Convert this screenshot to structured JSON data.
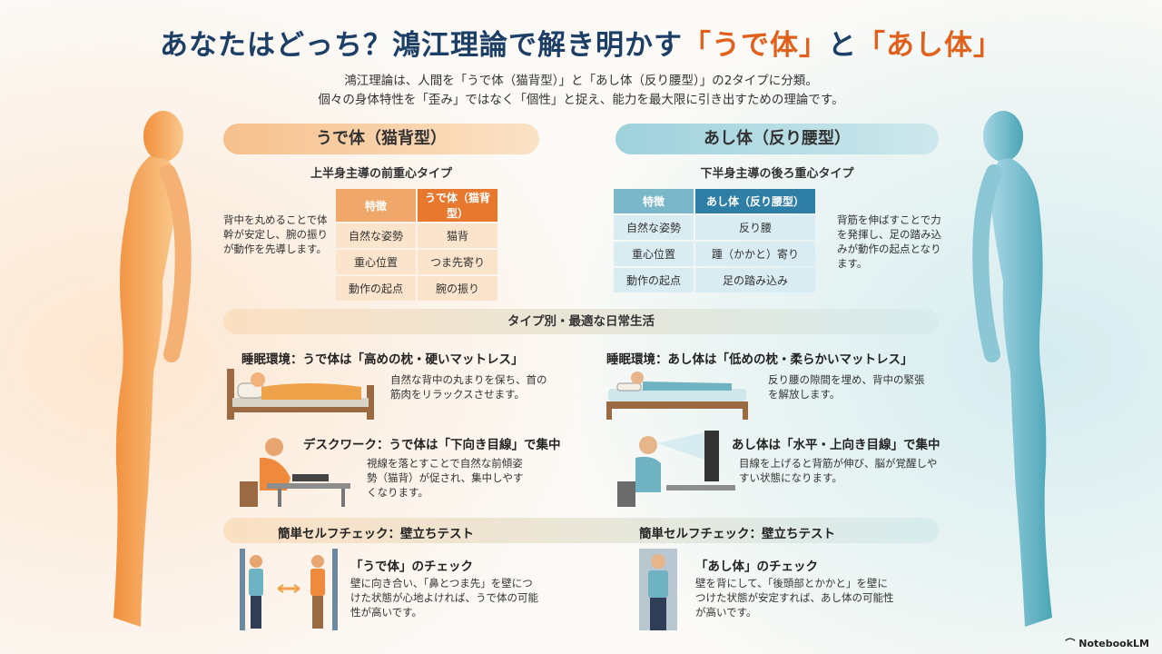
{
  "title": {
    "part1": "あなたはどっち？鴻江理論で解き明かす",
    "part2": "「うで体」",
    "part3": "と",
    "part4": "「あし体」"
  },
  "intro": {
    "line1": "鴻江理論は、人間を「うで体（猫背型）」と「あし体（反り腰型）」の2タイプに分類。",
    "line2": "個々の身体特性を「歪み」ではなく「個性」と捉え、能力を最大限に引き出すための理論です。"
  },
  "ude": {
    "header": "うで体（猫背型）",
    "subtitle": "上半身主導の前重心タイプ",
    "description": "背中を丸めることで体幹が安定し、腕の振りが動作を先導します。",
    "table": {
      "col1": "特徴",
      "col2": "うで体（猫背型）",
      "rows": [
        {
          "label": "自然な姿勢",
          "value": "猫背"
        },
        {
          "label": "重心位置",
          "value": "つま先寄り"
        },
        {
          "label": "動作の起点",
          "value": "腕の振り"
        }
      ]
    }
  },
  "ashi": {
    "header": "あし体（反り腰型）",
    "subtitle": "下半身主導の後ろ重心タイプ",
    "description": "背筋を伸ばすことで力を発揮し、足の踏み込みが動作の起点となります。",
    "table": {
      "col1": "特徴",
      "col2": "あし体（反り腰型）",
      "rows": [
        {
          "label": "自然な姿勢",
          "value": "反り腰"
        },
        {
          "label": "重心位置",
          "value": "踵（かかと）寄り"
        },
        {
          "label": "動作の起点",
          "value": "足の踏み込み"
        }
      ]
    }
  },
  "daily": {
    "header": "タイプ別・最適な日常生活",
    "ude_sleep": {
      "title": "睡眠環境：うで体は「高めの枕・硬いマットレス」",
      "text": "自然な背中の丸まりを保ち、首の筋肉をリラックスさせます。"
    },
    "ashi_sleep": {
      "title": "睡眠環境：あし体は「低めの枕・柔らかいマットレス」",
      "text": "反り腰の隙間を埋め、背中の緊張を解放します。"
    },
    "ude_desk": {
      "title": "デスクワーク：うで体は「下向き目線」で集中",
      "text": "視線を落とすことで自然な前傾姿勢（猫背）が促され、集中しやすくなります。"
    },
    "ashi_desk": {
      "title": "あし体は「水平・上向き目線」で集中",
      "text": "目線を上げると背筋が伸び、脳が覚醒しやすい状態になります。"
    }
  },
  "check": {
    "left_header": "簡単セルフチェック：壁立ちテスト",
    "right_header": "簡単セルフチェック：壁立ちテスト",
    "ude_title": "「うで体」のチェック",
    "ude_text": "壁に向き合い、「鼻とつま先」を壁につけた状態が心地よければ、うで体の可能性が高いです。",
    "ashi_title": "「あし体」のチェック",
    "ashi_text": "壁を背にして、「後頭部とかかと」を壁につけた状態が安定すれば、あし体の可能性が高いです。"
  },
  "brand": "NotebookLM",
  "colors": {
    "title": "#1d3f66",
    "accent_orange": "#e0601c",
    "ude_theme": "#f0a86a",
    "ashi_theme": "#7ab8c9"
  }
}
